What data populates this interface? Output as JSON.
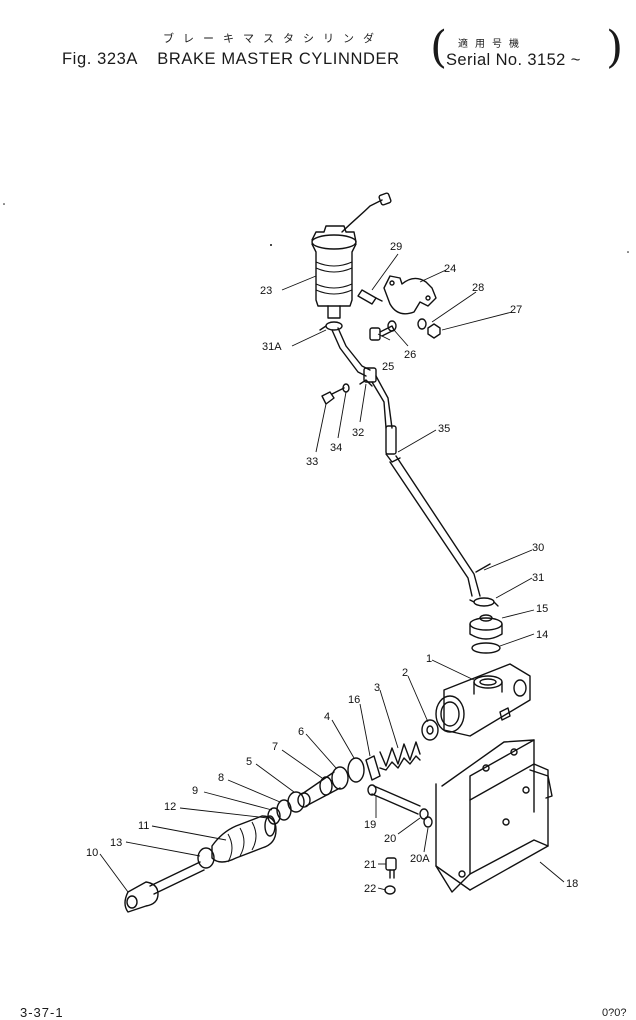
{
  "header": {
    "jp_title": "ブレーキマスタシリンダ",
    "fig_number": "Fig. 323A",
    "title": "BRAKE MASTER CYLINNDER",
    "serial_jp": "適用号機",
    "serial": "Serial No. 3152 ~"
  },
  "footer": {
    "page_ref": "3-37-1",
    "page_ref_right": "0?0?"
  },
  "callouts": {
    "c1": "1",
    "c2": "2",
    "c3": "3",
    "c4": "4",
    "c5": "5",
    "c6": "6",
    "c7": "7",
    "c8": "8",
    "c9": "9",
    "c10": "10",
    "c11": "11",
    "c12": "12",
    "c13": "13",
    "c14": "14",
    "c15": "15",
    "c16": "16",
    "c18": "18",
    "c19": "19",
    "c20": "20",
    "c20a": "20A",
    "c21": "21",
    "c22": "22",
    "c23": "23",
    "c24": "24",
    "c25": "25",
    "c26": "26",
    "c27": "27",
    "c28": "28",
    "c29": "29",
    "c30": "30",
    "c31": "31",
    "c31a": "31A",
    "c32": "32",
    "c33": "33",
    "c34": "34",
    "c35": "35"
  }
}
